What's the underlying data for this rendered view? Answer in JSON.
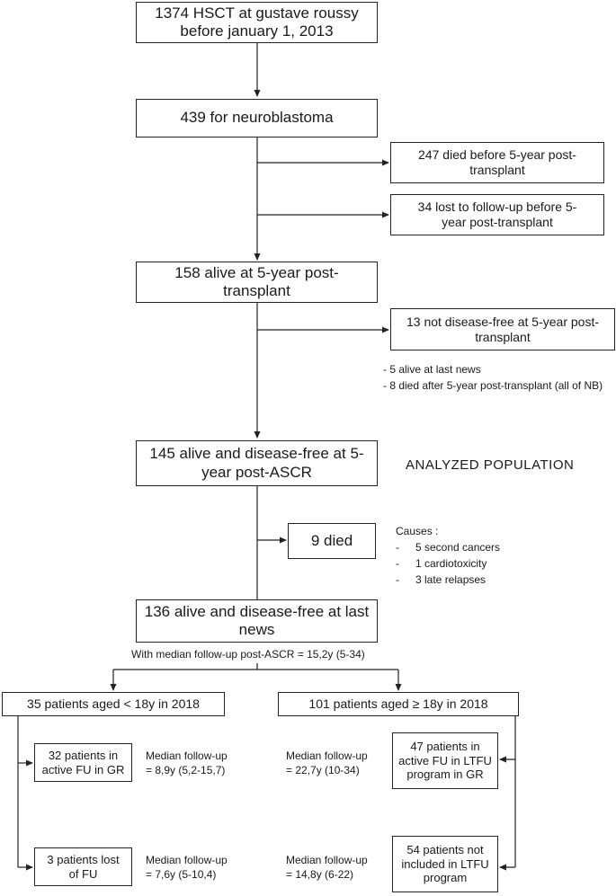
{
  "boxes": {
    "hsct": {
      "line1": "1374 HSCT at gustave roussy",
      "line2": "before january 1, 2013"
    },
    "neuroblastoma": {
      "text": "439 for neuroblastoma"
    },
    "died_before_5y": {
      "line1": "247 died before 5-year post-",
      "line2": "transplant"
    },
    "lost_before_5y": {
      "line1": "34 lost to follow-up before 5-",
      "line2": "year post-transplant"
    },
    "alive_5y": {
      "line1": "158 alive at 5-year post-",
      "line2": "transplant"
    },
    "not_disease_free": {
      "line1": "13 not disease-free at 5-year post-",
      "line2": "transplant"
    },
    "analyzed_population": {
      "line1": "145 alive and disease-free at 5-",
      "line2": "year post-ASCR"
    },
    "died": {
      "text": "9 died"
    },
    "alive_last_news": {
      "line1": "136 alive and disease-free at last",
      "line2": "news"
    },
    "under_18": {
      "text": "35 patients aged < 18y in 2018"
    },
    "over_18": {
      "text": "101 patients aged ≥ 18y in 2018"
    },
    "active_fu_gr": {
      "line1": "32 patients in",
      "line2": "active FU in GR"
    },
    "lost_fu": {
      "line1": "3 patients lost",
      "line2": "of FU"
    },
    "active_fu_ltfu": {
      "line1": "47 patients in",
      "line2": "active FU in LTFU",
      "line3": "program in GR"
    },
    "not_included_ltfu": {
      "line1": "54 patients not",
      "line2": "included in LTFU",
      "line3": "program"
    }
  },
  "notes": {
    "not_disease_free_details": [
      "- 5 alive at last news",
      "- 8 died after 5-year post-transplant (all of NB)"
    ],
    "analyzed_label": "ANALYZED POPULATION",
    "causes_title": "Causes :",
    "causes": [
      {
        "dash": "-",
        "text": "5 second cancers"
      },
      {
        "dash": "-",
        "text": "1 cardiotoxicity"
      },
      {
        "dash": "-",
        "text": "3 late relapses"
      }
    ],
    "median_followup_overall": "With median follow-up post-ASCR = 15,2y (5-34)"
  },
  "medians": {
    "active_gr": {
      "line1": "Median follow-up",
      "line2": "= 8,9y (5,2-15,7)"
    },
    "lost_fu": {
      "line1": "Median follow-up",
      "line2": "= 7,6y (5-10,4)"
    },
    "active_ltfu": {
      "line1": "Median follow-up",
      "line2": "= 22,7y (10-34)"
    },
    "not_included": {
      "line1": "Median follow-up",
      "line2": "= 14,8y (6-22)"
    }
  }
}
